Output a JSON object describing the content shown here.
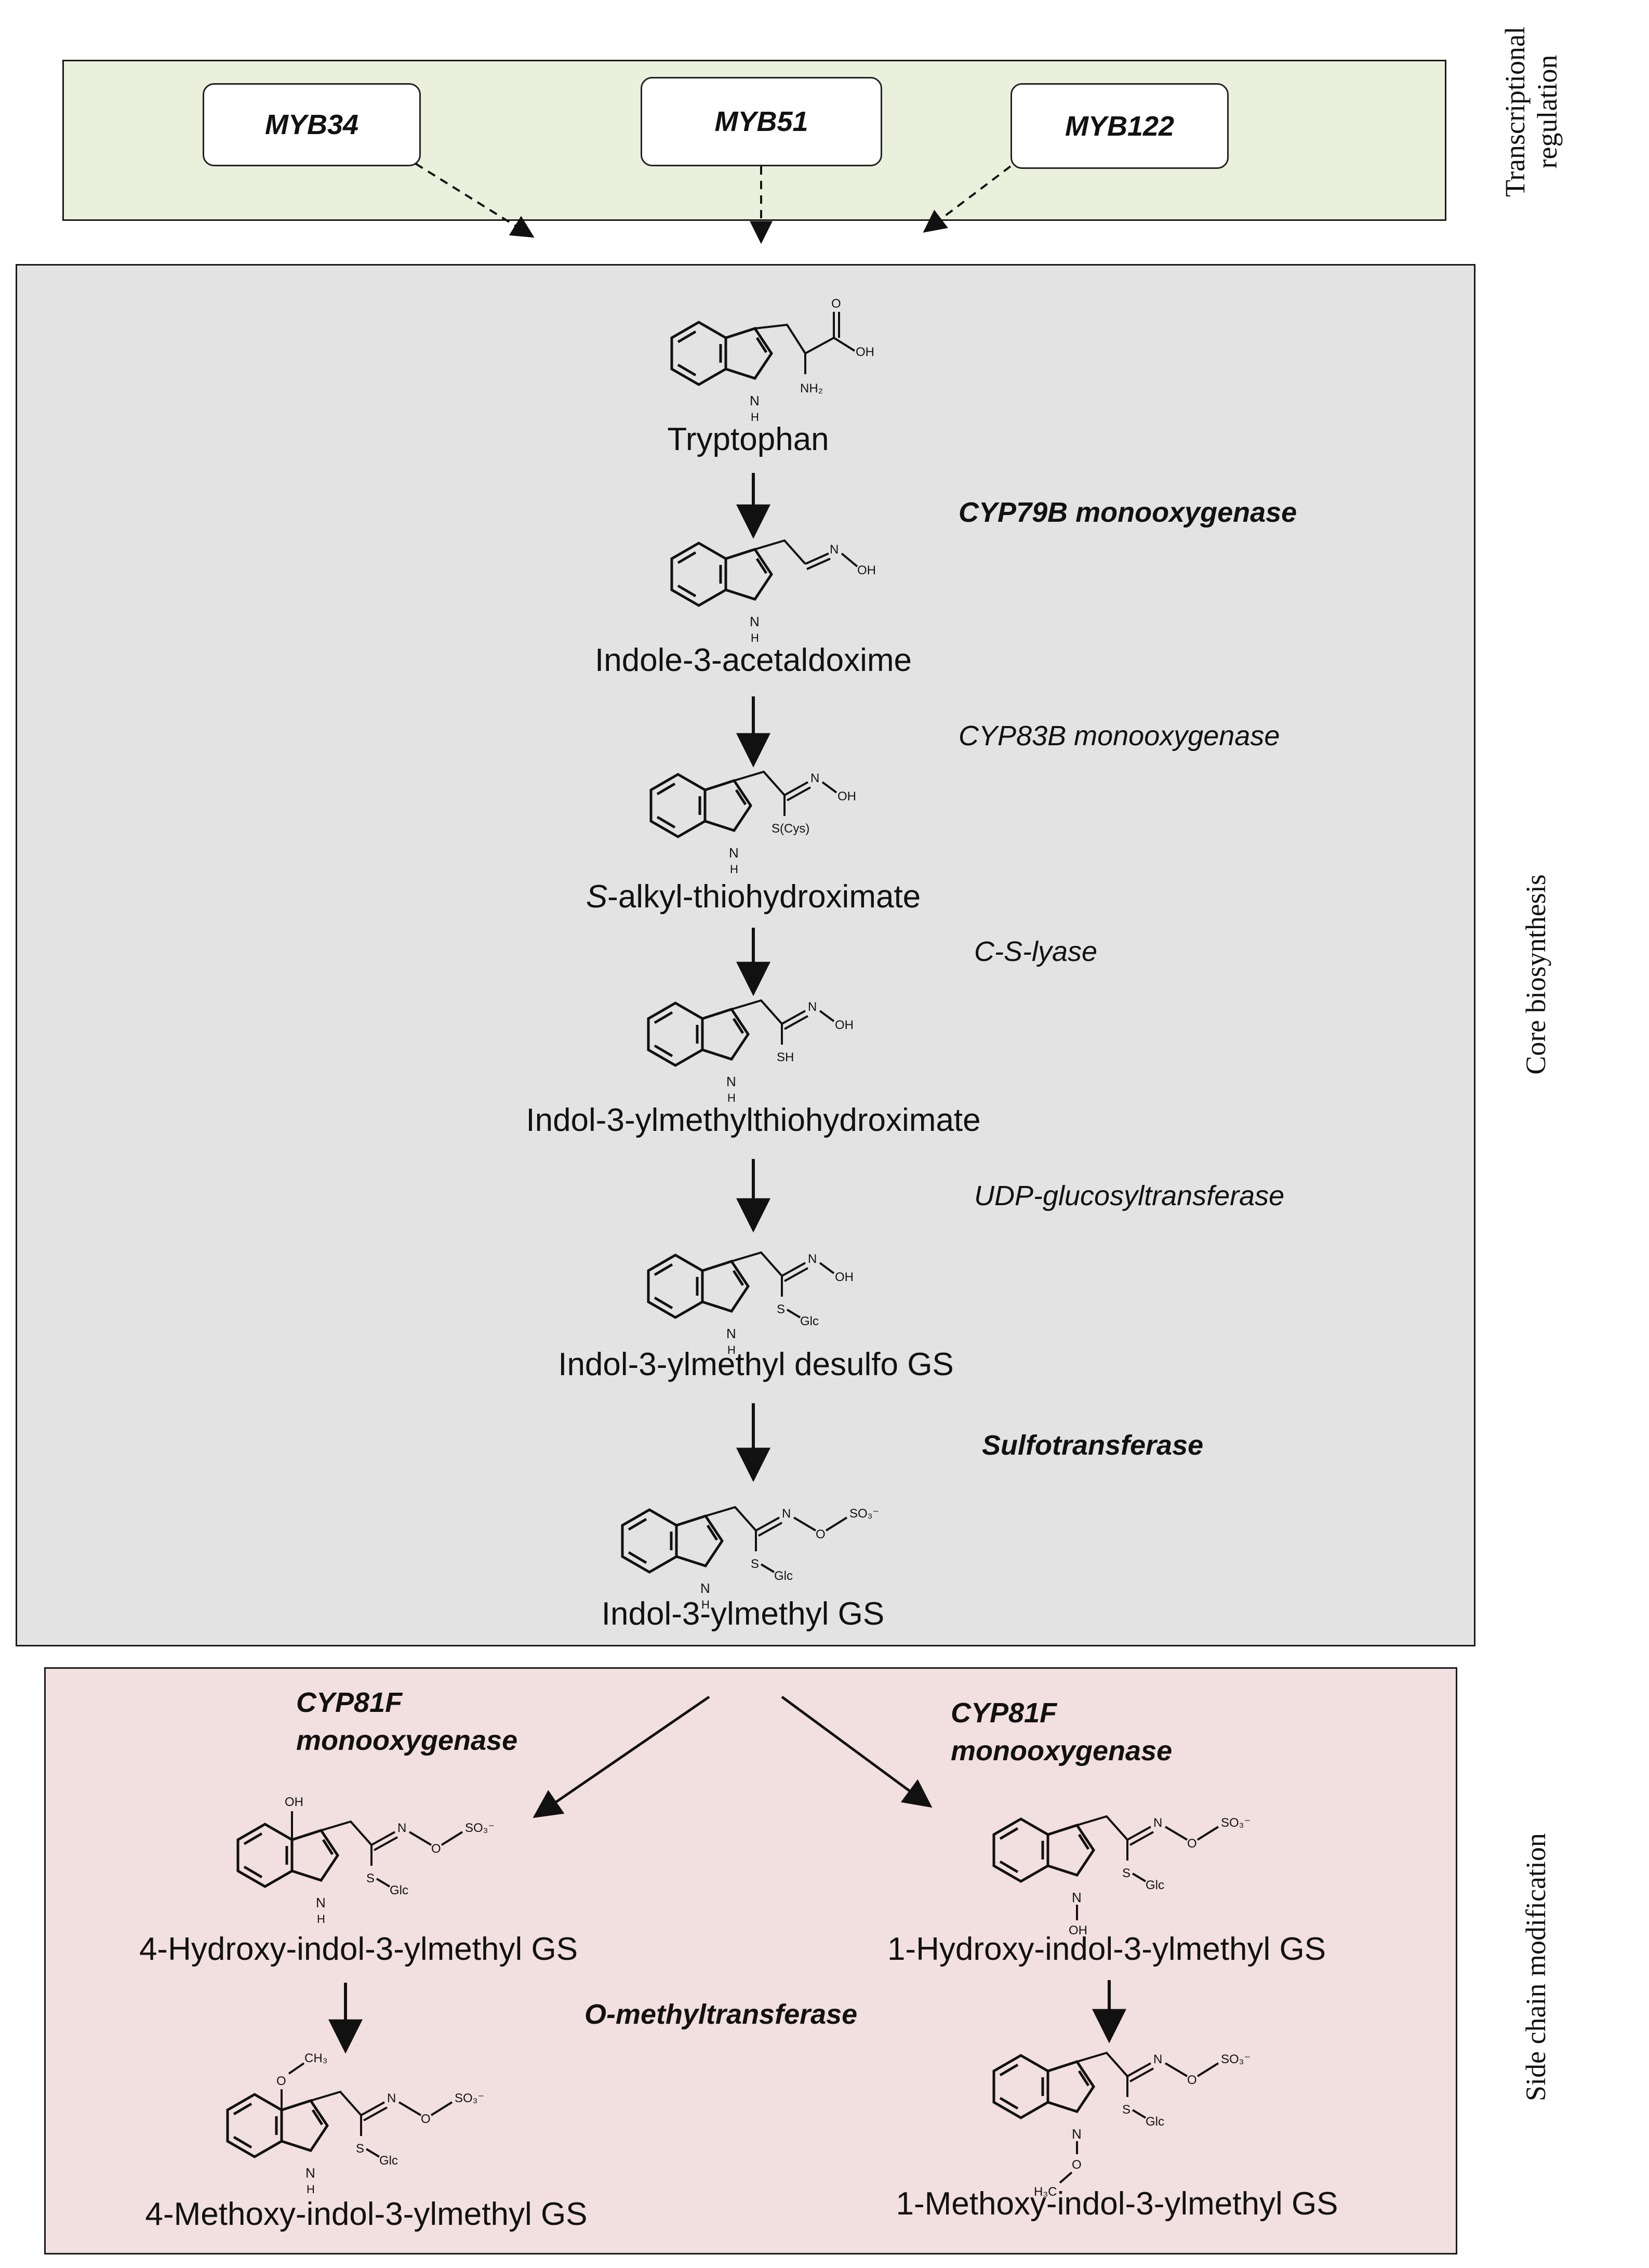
{
  "regulation": {
    "label_line1": "Transcriptional",
    "label_line2": "regulation",
    "factors": [
      "MYB34",
      "MYB51",
      "MYB122"
    ]
  },
  "core": {
    "label": "Core biosynthesis",
    "compounds": {
      "tryptophan": "Tryptophan",
      "acetaldoxime": "Indole-3-acetaldoxime",
      "thiohydroximate_prefix": "S",
      "thiohydroximate_rest": "-alkyl-thiohydroximate",
      "ylmethylthiohydroximate": "Indol-3-ylmethylthiohydroximate",
      "desulfo": "Indol-3-ylmethyl desulfo GS",
      "i3m": "Indol-3-ylmethyl GS"
    },
    "enzymes": {
      "cyp79b": "CYP79B monooxygenase",
      "cyp83b": "CYP83B monooxygenase",
      "cslyase": "C-S-lyase",
      "ugt": "UDP-glucosyltransferase",
      "sot": "Sulfotransferase"
    }
  },
  "side": {
    "label": "Side chain modification",
    "cyp81f_left_line1": "CYP81F",
    "cyp81f_left_line2": "monooxygenase",
    "cyp81f_right_line1": "CYP81F",
    "cyp81f_right_line2": "monooxygenase",
    "omt": "O-methyltransferase",
    "compounds": {
      "hydroxy4": "4-Hydroxy-indol-3-ylmethyl GS",
      "hydroxy1": "1-Hydroxy-indol-3-ylmethyl GS",
      "methoxy4": "4-Methoxy-indol-3-ylmethyl GS",
      "methoxy1": "1-Methoxy-indol-3-ylmethyl GS"
    }
  },
  "atoms": {
    "H": "H",
    "N": "N",
    "O": "O",
    "OH": "OH",
    "NH2": "NH₂",
    "SH": "SH",
    "SCys": "S(Cys)",
    "S": "S",
    "Glc": "Glc",
    "SO3": "SO₃⁻",
    "CH3": "CH₃",
    "H3C": "H₃C"
  },
  "colors": {
    "regulation_bg": "#eaf0dc",
    "core_bg": "#e3e3e3",
    "side_bg": "#f2dfdf"
  }
}
